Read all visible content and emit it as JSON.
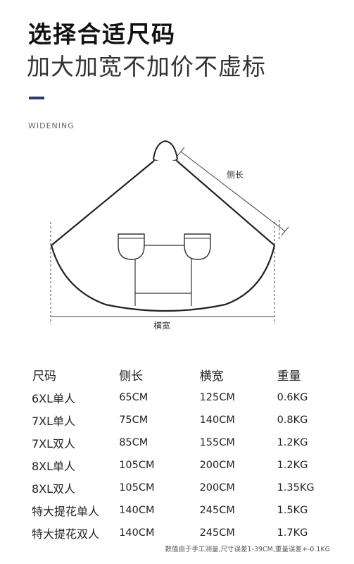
{
  "header": {
    "title": "选择合适尺码",
    "subtitle": "加大加宽不加价不虚标"
  },
  "diagram": {
    "section_label": "WIDENING",
    "side_length_label": "侧长",
    "width_label": "横宽"
  },
  "size_table": {
    "headers": [
      "尺码",
      "侧长",
      "横宽",
      "重量"
    ],
    "rows": [
      [
        "6XL单人",
        "65CM",
        "125CM",
        "0.6KG"
      ],
      [
        "7XL单人",
        "75CM",
        "140CM",
        "0.8KG"
      ],
      [
        "7XL双人",
        "85CM",
        "155CM",
        "1.2KG"
      ],
      [
        "8XL单人",
        "105CM",
        "200CM",
        "1.2KG"
      ],
      [
        "8XL双人",
        "105CM",
        "200CM",
        "1.35KG"
      ],
      [
        "特大提花单人",
        "140CM",
        "245CM",
        "1.5KG"
      ],
      [
        "特大提花双人",
        "140CM",
        "245CM",
        "1.7KG"
      ]
    ]
  },
  "footnote": "数值由于手工测量,尺寸误差1-39CM,重量误差+-0.1KG",
  "colors": {
    "accent": "#2e3a6e"
  }
}
